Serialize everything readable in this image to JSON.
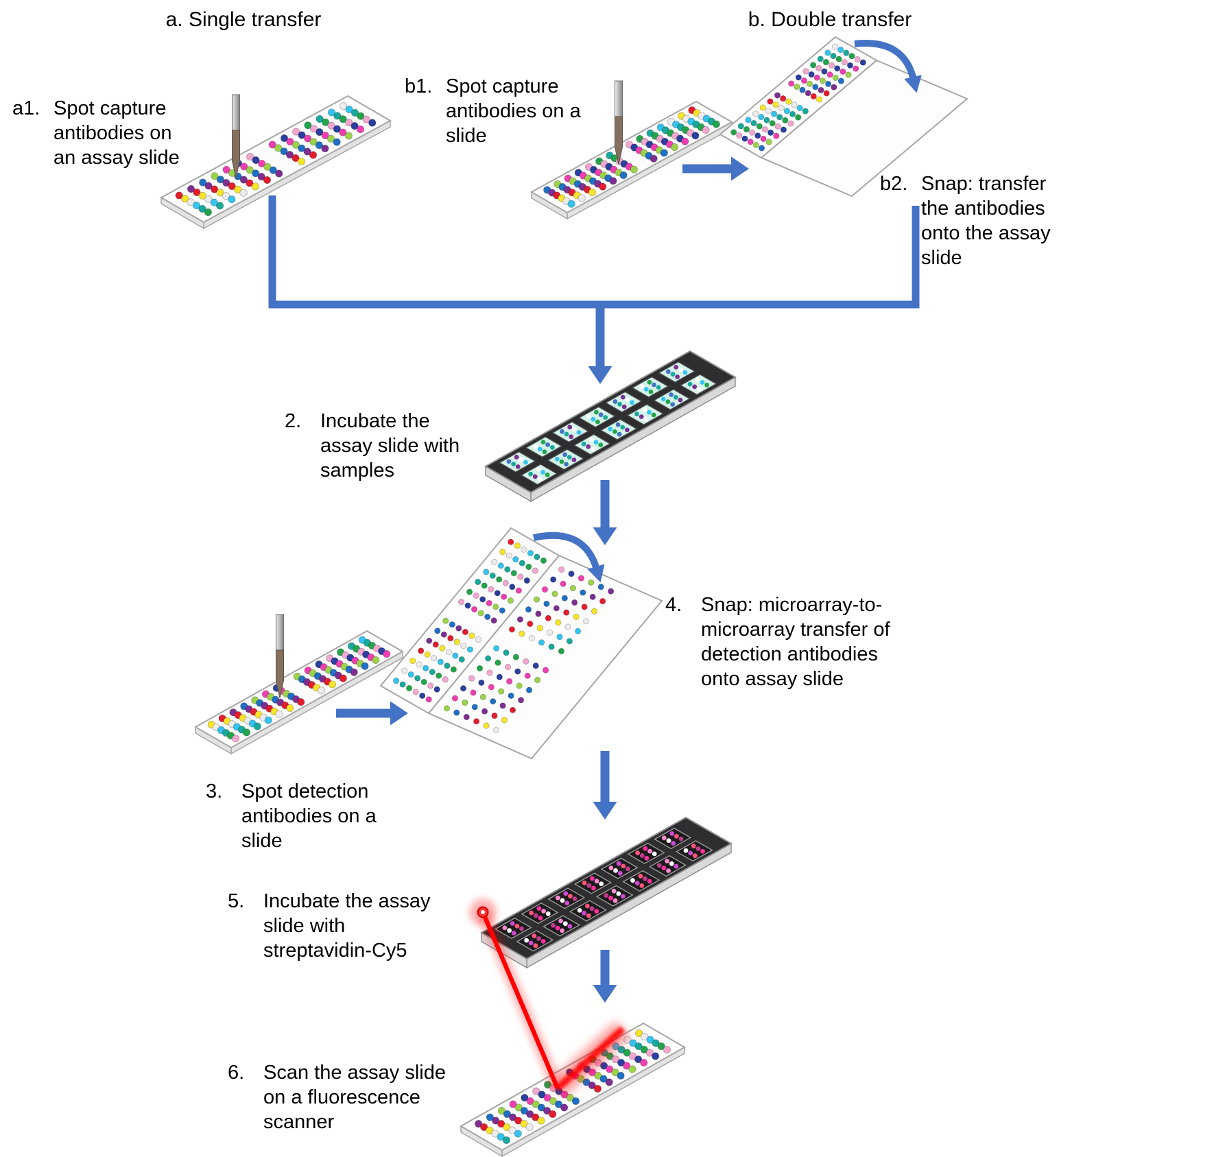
{
  "titles": {
    "single": "a. Single transfer",
    "double": "b. Double transfer"
  },
  "steps": [
    {
      "number": "a1.",
      "text": "Spot capture antibodies on an assay slide"
    },
    {
      "number": "b1.",
      "text": "Spot capture antibodies on a slide"
    },
    {
      "number": "b2.",
      "text": "Snap: transfer the antibodies onto the assay slide"
    },
    {
      "number": "2.",
      "text": "Incubate the assay slide with samples"
    },
    {
      "number": "3.",
      "text": "Spot detection antibodies on a slide"
    },
    {
      "number": "4.",
      "text": "Snap: microarray-to-microarray transfer of detection antibodies onto assay slide"
    },
    {
      "number": "5.",
      "text": "Incubate the assay slide with streptavidin-Cy5"
    },
    {
      "number": "6.",
      "text": "Scan the assay slide on a fluorescence scanner"
    }
  ],
  "colors": {
    "arrow": "#4472C4",
    "slide_top": "#FDFDFD",
    "slide_edge": "#E3E3E3",
    "slide_stroke": "#A6A6A6",
    "dark_slide": "#2E2E30",
    "dark_slide_edge": "#D9D9D9",
    "laser": "#FF0000",
    "dot_palette": [
      "#E11D2E",
      "#23A44A",
      "#1F6FC4",
      "#35C3F0",
      "#EF3FB1",
      "#F6E52A",
      "#F2A7CF",
      "#7D2F92",
      "#18A99C",
      "#9BD34A",
      "#ECECEC",
      "#2A3F9E"
    ],
    "sample_well_fill": "#D6F3EA",
    "sample_well_dots": [
      "#4472C4",
      "#18A99C",
      "#7D2F92",
      "#FFFFFF",
      "#35C3F0",
      "#23A44A"
    ],
    "cy5_well_fill": "#1B1B1B",
    "cy5_well_dots": [
      "#FF2FA0",
      "#FF8AD2",
      "#FFFFFF",
      "#D04AD6",
      "#FF5577",
      "#C03B8F"
    ]
  }
}
